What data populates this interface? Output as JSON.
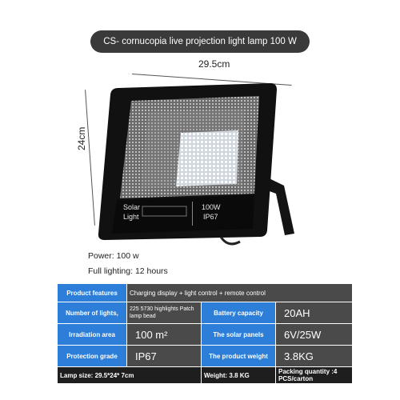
{
  "title": "CS- cornucopia live projection light lamp 100 W",
  "dimensions": {
    "width": "29.5cm",
    "height": "24cm"
  },
  "lamp": {
    "panel_text_1": "Solar",
    "panel_text_2": "Light",
    "power_text": "100W",
    "rating_text": "IP67"
  },
  "specs_text": {
    "power": "Power: 100  w",
    "full_lighting": "Full lighting: 12 hours"
  },
  "table": {
    "product_features_label": "Product features",
    "product_features_value": "Charging display + light control + remote control",
    "number_of_lights_label": "Number of lights,",
    "number_of_lights_value": "225 5730 highlights Patch lamp bead",
    "battery_capacity_label": "Battery capacity",
    "battery_capacity_value": "20AH",
    "irradiation_area_label": "Irradiation area",
    "irradiation_area_value": "100 m²",
    "solar_panels_label": "The solar panels",
    "solar_panels_value": "6V/25W",
    "protection_grade_label": "Protection grade",
    "protection_grade_value": "IP67",
    "product_weight_label": "The product weight",
    "product_weight_value": "3.8KG",
    "footer_lamp_size": "Lamp size: 29.5*24* 7cm",
    "footer_weight": "Weight: 3.8 KG",
    "footer_packing": "Packing quantity :4 PCS/carton"
  },
  "colors": {
    "pill_bg": "#3a3a3a",
    "key_cell": "#2c7ed8",
    "value_cell": "#4a4a4a",
    "footer_row": "#1e1e1e"
  }
}
